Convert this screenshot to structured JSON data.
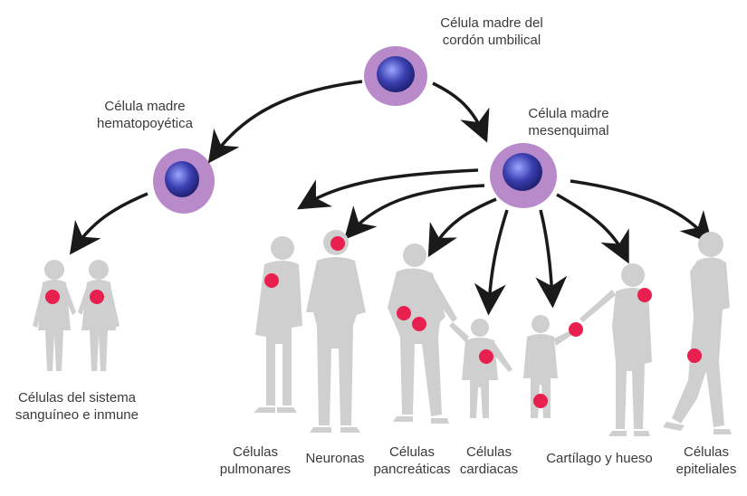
{
  "labels": {
    "umbilical": "Célula madre del\ncordón umbilical",
    "hematopoietic": "Célula madre\nhematopoyética",
    "mesenchymal": "Célula madre\nmesenquimal",
    "blood_immune": "Células del sistema\nsanguíneo e inmune",
    "pulmonary": "Células\npulmonares",
    "neurons": "Neuronas",
    "pancreatic": "Células\npancreáticas",
    "cardiac": "Células\ncardiacas",
    "cartilage_bone": "Cartílago y hueso",
    "epithelial": "Células\nepiteliales"
  },
  "colors": {
    "cell_outer": "#b98ac9",
    "cell_inner": "#3b3fb0",
    "silhouette": "#cfcfcf",
    "marker": "#e8204f",
    "arrow": "#1a1a1a"
  }
}
